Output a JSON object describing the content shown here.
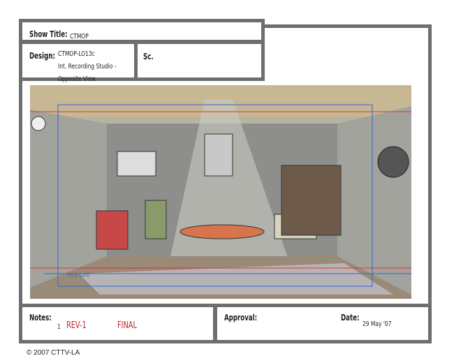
{
  "header": {
    "show_title_label": "Show Title:",
    "show_title": "CTMOP",
    "design_label": "Design:",
    "design_lines": [
      "CTMOP-LO13c",
      "Int. Recording Studio -",
      "Opposite View"
    ],
    "scene_label": "Sc."
  },
  "artwork": {
    "safe_label": "TITLE SAFE"
  },
  "footer": {
    "notes_label": "Notes:",
    "notes_number": "1",
    "notes_rev": "REV-1",
    "notes_status": "FINAL",
    "approval_label": "Approval:",
    "date_label": "Date:",
    "date_value": "29 May '07"
  },
  "copyright": "© 2007 CTTV-LA",
  "colors": {
    "frame": "#6e6e6e",
    "note_red": "#c8242b"
  }
}
